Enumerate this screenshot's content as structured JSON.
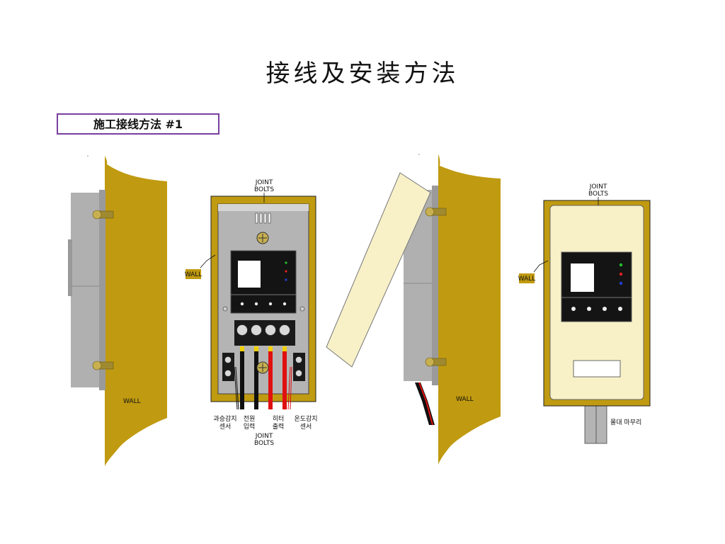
{
  "title": "接线及安装方法",
  "section_label": "施工接线方法 #1",
  "labels": {
    "joint_bolts": [
      "JOINT",
      "BOLTS"
    ],
    "wall": "WALL",
    "wire_overcurrent": [
      "과승감지",
      "센서"
    ],
    "wire_power": [
      "전원",
      "입력"
    ],
    "wire_heater": [
      "히터",
      "출력"
    ],
    "wire_temp": [
      "온도감지",
      "센서"
    ],
    "cable_finish": "몰대 마무리"
  },
  "colors": {
    "wall": "#c09a10",
    "housing": "#a8a8a8",
    "cover": "#f8f1c8",
    "wire_red": "#e01010",
    "wire_black": "#101010"
  }
}
